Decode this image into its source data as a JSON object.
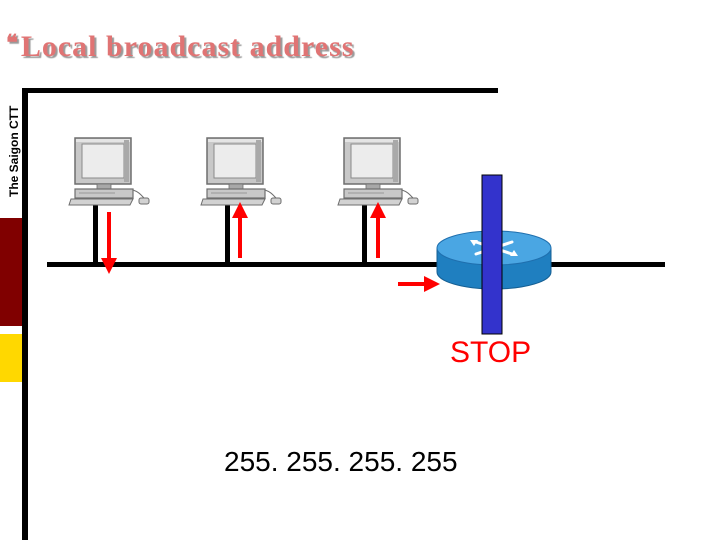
{
  "slide": {
    "title": "Local broadcast address",
    "title_bullet": "❝",
    "side_label": "The Saigon CTT"
  },
  "diagram": {
    "nodes": [
      {
        "id": "pc-1",
        "kind": "workstation",
        "arrow": "down"
      },
      {
        "id": "pc-2",
        "kind": "workstation",
        "arrow": "up"
      },
      {
        "id": "pc-3",
        "kind": "workstation",
        "arrow": "up"
      },
      {
        "id": "router",
        "kind": "router",
        "blocked": true
      }
    ],
    "stop_label": "STOP",
    "broadcast_address": "255. 255. 255. 255"
  },
  "colors": {
    "title": "#e07474",
    "arrows": "#ff0000",
    "stop_text": "#ff0000",
    "barrier": "#3333cc",
    "router": "#2f8fd0",
    "side_red": "#800000",
    "side_yellow": "#ffd800"
  }
}
